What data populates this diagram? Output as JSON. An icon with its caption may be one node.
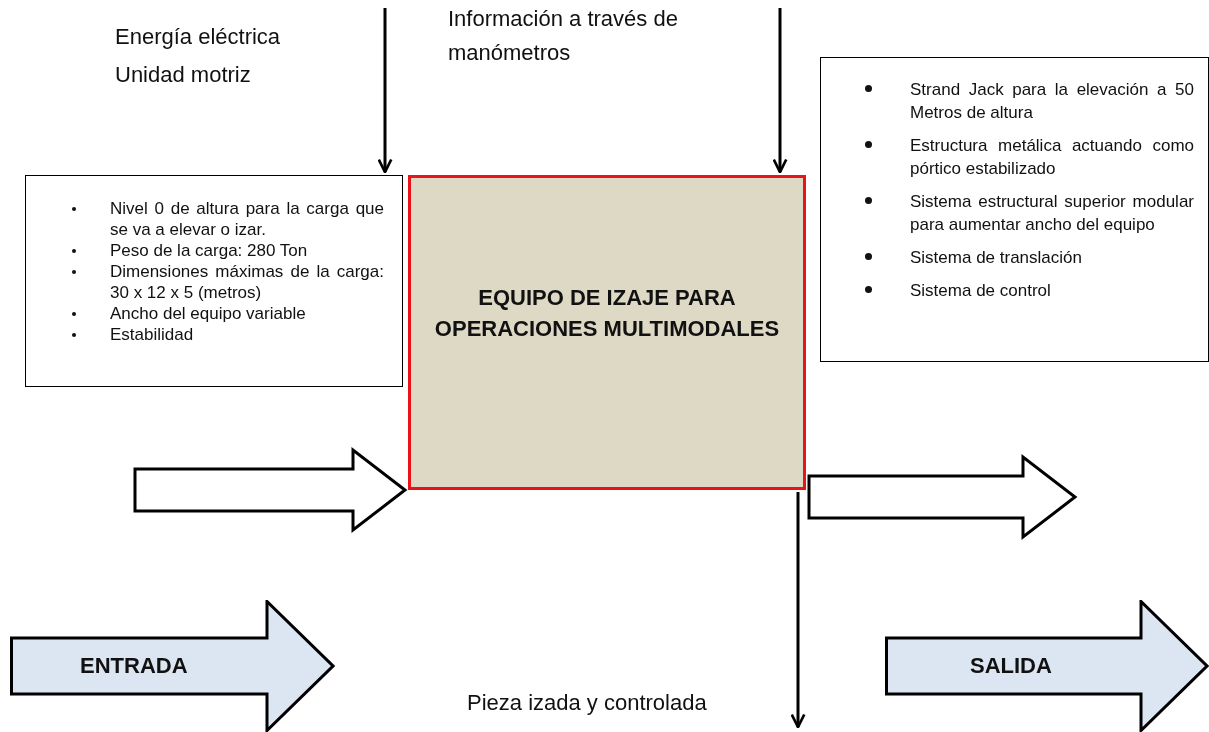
{
  "diagram": {
    "nodes": [
      {
        "text": [
          "Nivel 0 de altura para la carga que se va a elevar o izar.",
          "Peso de la carga: 280 Ton",
          "Dimensiones máximas de la carga: 30 x 12 x 5 (metros)",
          "Ancho del equipo variable",
          "Estabilidad"
        ]
      },
      {
        "text": [
          "EQUIPO DE IZAJE PARA OPERACIONES MULTIMODALES"
        ]
      },
      {
        "text": [
          "Strand Jack para la elevación a 50 Metros de altura",
          "Estructura metálica actuando como pórtico estabilizado",
          "Sistema estructural superior modular para aumentar ancho del equipo",
          "Sistema de translación",
          "Sistema de control"
        ]
      },
      {
        "text": [
          "ENTRADA"
        ]
      },
      {
        "text": [
          "SALIDA"
        ]
      }
    ],
    "edges": [
      {
        "from": null,
        "to": 1,
        "arrow": "to"
      },
      {
        "from": null,
        "to": 1,
        "arrow": "to"
      },
      {
        "from": null,
        "to": 1,
        "arrow": "to",
        "style": "thick"
      },
      {
        "from": 1,
        "to": null,
        "arrow": "to",
        "style": "thick"
      },
      {
        "from": 1,
        "to": null,
        "arrow": "to"
      }
    ],
    "labels": [
      "Energía eléctrica",
      "Unidad motriz",
      "Información a través de manómetros",
      "Pieza izada y controlada"
    ]
  }
}
